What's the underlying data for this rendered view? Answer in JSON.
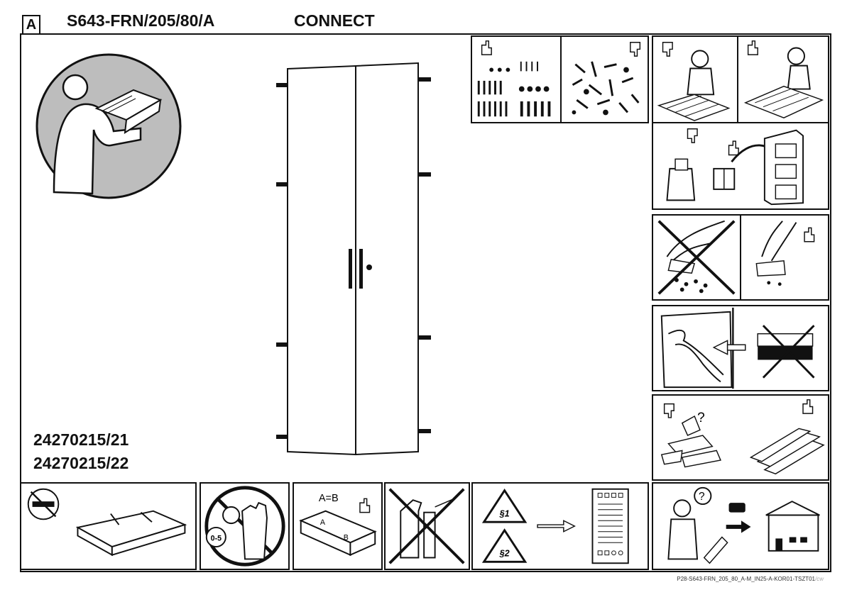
{
  "header": {
    "sheet_letter": "A",
    "product_code": "S643-FRN/205/80/A",
    "product_name": "CONNECT"
  },
  "article_numbers": [
    "24270215/21",
    "24270215/22"
  ],
  "panels": {
    "mix_instructions": {
      "label": "A=B"
    },
    "age_warning": {
      "label": "0-5"
    },
    "regulations": {
      "labels": [
        "§1",
        "§2"
      ]
    }
  },
  "footer": {
    "doc_id": "P28-S643-FRN_205_80_A-M_IN25-A-KOR01-TSZT01",
    "suffix": "/cw"
  }
}
